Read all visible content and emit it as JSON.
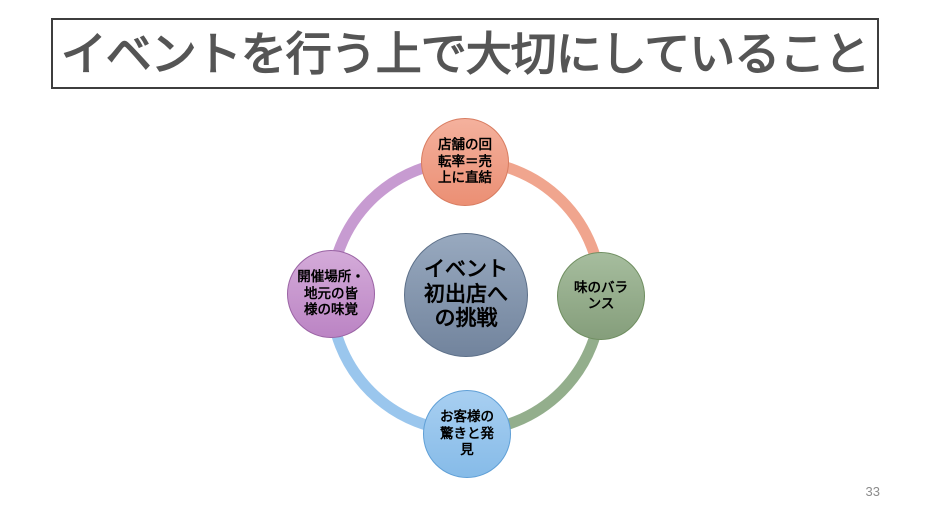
{
  "slide": {
    "title": "イベントを行う上で大切にしていること",
    "title_color": "#555555",
    "page_number": "33"
  },
  "diagram": {
    "type": "cycle",
    "center": {
      "label": "イベント\n初出店へ\nの挑戦",
      "color_light": "#98a9bf",
      "color_dark": "#72849d",
      "border": "#5d7089"
    },
    "nodes": [
      {
        "position": "top",
        "label": "店舗の回\n転率＝売\n上に直結",
        "color_light": "#f4b19d",
        "color_dark": "#eb8f74",
        "border": "#d87c60"
      },
      {
        "position": "right",
        "label": "味のバラ\nンス",
        "color_light": "#a6bd9e",
        "color_dark": "#859e7b",
        "border": "#6f8e60"
      },
      {
        "position": "bottom",
        "label": "お客様の\n驚きと発\n見",
        "color_light": "#a8cff1",
        "color_dark": "#86bbe8",
        "border": "#5f9fd6"
      },
      {
        "position": "left",
        "label": "開催場所・\n地元の皆\n様の味覚",
        "color_light": "#d4abd9",
        "color_dark": "#bb84c4",
        "border": "#9a63a4"
      }
    ],
    "arcs": [
      {
        "from": "left",
        "to": "top",
        "color": "#c79bd1"
      },
      {
        "from": "top",
        "to": "right",
        "color": "#f0a58e"
      },
      {
        "from": "right",
        "to": "bottom",
        "color": "#93ae8c"
      },
      {
        "from": "bottom",
        "to": "left",
        "color": "#9ac6ed"
      }
    ]
  }
}
